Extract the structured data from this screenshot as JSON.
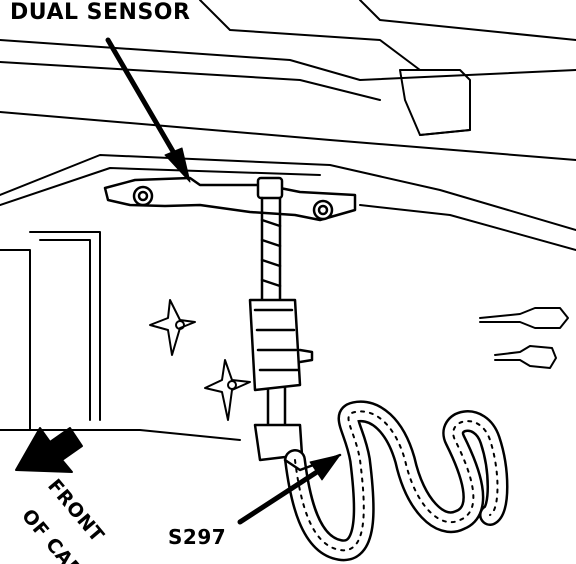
{
  "labels": {
    "dual_sensor": "DUAL SENSOR",
    "s297": "S297",
    "front": "FRONT",
    "of_car": "OF CAR"
  },
  "colors": {
    "ink": "#000000",
    "paper": "#ffffff"
  }
}
